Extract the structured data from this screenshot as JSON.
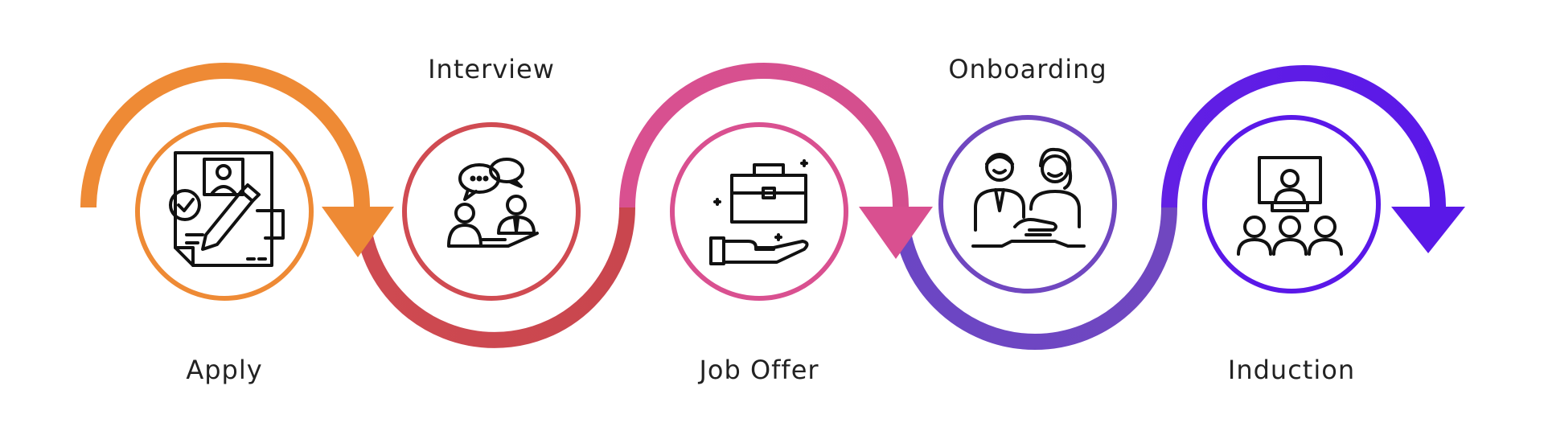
{
  "steps": [
    {
      "label": "Apply",
      "color": "#ee8a35",
      "icon": "application-form-icon"
    },
    {
      "label": "Interview",
      "color": "#d04b52",
      "icon": "interview-icon"
    },
    {
      "label": "Job Offer",
      "color": "#d95090",
      "icon": "job-offer-icon"
    },
    {
      "label": "Onboarding",
      "color": "#7047c0",
      "icon": "handshake-icon"
    },
    {
      "label": "Induction",
      "color": "#5a18e8",
      "icon": "presentation-icon"
    }
  ]
}
